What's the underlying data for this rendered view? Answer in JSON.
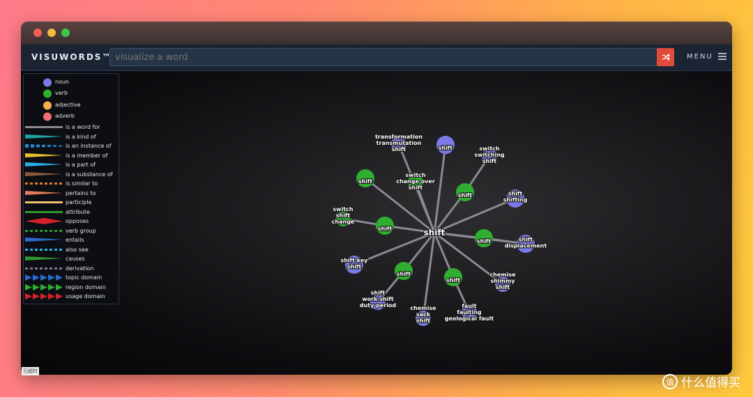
{
  "app": {
    "logo": "VISUWORDS™",
    "search_placeholder": "visualize a word",
    "menu_label": "MENU"
  },
  "legend": {
    "nodes": [
      {
        "label": "noun",
        "color": "#7b7be8"
      },
      {
        "label": "verb",
        "color": "#2fae2f"
      },
      {
        "label": "adjective",
        "color": "#f4b050"
      },
      {
        "label": "adverb",
        "color": "#ee6f6f"
      }
    ],
    "relations": [
      {
        "label": "is a word for",
        "color": "#8a8a8a",
        "style": "line"
      },
      {
        "label": "is a kind of",
        "color": "#1fa3a8",
        "style": "taper"
      },
      {
        "label": "is an instance of",
        "color": "#2a8bd0",
        "style": "dash-taper"
      },
      {
        "label": "is a member of",
        "color": "#e8c02a",
        "style": "taper"
      },
      {
        "label": "is a part of",
        "color": "#2ab0e8",
        "style": "taper"
      },
      {
        "label": "is a substance of",
        "color": "#8a5a3a",
        "style": "taper"
      },
      {
        "label": "is similar to",
        "color": "#e07a28",
        "style": "dots"
      },
      {
        "label": "pertains to",
        "color": "#e07a5a",
        "style": "taper"
      },
      {
        "label": "participle",
        "color": "#f0c070",
        "style": "line"
      },
      {
        "label": "attribute",
        "color": "#2e9a2e",
        "style": "line"
      },
      {
        "label": "opposes",
        "color": "#d8222a",
        "style": "diamond"
      },
      {
        "label": "verb group",
        "color": "#2e9a2e",
        "style": "dots"
      },
      {
        "label": "entails",
        "color": "#2a6ad0",
        "style": "taper"
      },
      {
        "label": "also see",
        "color": "#2ab0e8",
        "style": "dots"
      },
      {
        "label": "causes",
        "color": "#2e9a2e",
        "style": "taper"
      },
      {
        "label": "derivation",
        "color": "#7a7a8a",
        "style": "dots"
      },
      {
        "label": "topic domain",
        "color": "#2a6ad0",
        "style": "arrows"
      },
      {
        "label": "region domain",
        "color": "#2eb02e",
        "style": "arrows"
      },
      {
        "label": "usage domain",
        "color": "#d8222a",
        "style": "arrows"
      }
    ]
  },
  "graph": {
    "center": "shift",
    "nodes": [
      {
        "pos": "verb",
        "lines": [
          "shift"
        ]
      },
      {
        "pos": "noun",
        "lines": [
          "transformation",
          "transmutation",
          "shift"
        ]
      },
      {
        "pos": "noun",
        "lines": [
          "shift"
        ]
      },
      {
        "pos": "noun",
        "lines": [
          "switch",
          "switching",
          "shift"
        ]
      },
      {
        "pos": "verb",
        "lines": [
          "switch",
          "change over",
          "shift"
        ]
      },
      {
        "pos": "verb",
        "lines": [
          "shift"
        ]
      },
      {
        "pos": "noun",
        "lines": [
          "shift",
          "shifting"
        ]
      },
      {
        "pos": "verb",
        "lines": [
          "switch",
          "shift",
          "change"
        ]
      },
      {
        "pos": "verb",
        "lines": [
          "shift"
        ]
      },
      {
        "pos": "verb",
        "lines": [
          "shift"
        ]
      },
      {
        "pos": "noun",
        "lines": [
          "shift",
          "displacement"
        ]
      },
      {
        "pos": "noun",
        "lines": [
          "shift key",
          "shift"
        ]
      },
      {
        "pos": "verb",
        "lines": [
          "shift"
        ]
      },
      {
        "pos": "noun",
        "lines": [
          "chemise",
          "shimmy",
          "shift"
        ]
      },
      {
        "pos": "verb",
        "lines": [
          "shift"
        ]
      },
      {
        "pos": "noun",
        "lines": [
          "shift",
          "work shift",
          "duty period"
        ]
      },
      {
        "pos": "noun",
        "lines": [
          "chemise",
          "sack",
          "shift"
        ]
      },
      {
        "pos": "noun",
        "lines": [
          "fault",
          "faulting",
          "geological fault"
        ]
      }
    ]
  },
  "overlay": {
    "badge": "已超时",
    "brand": "什么值得买",
    "brand_icon": "值"
  }
}
